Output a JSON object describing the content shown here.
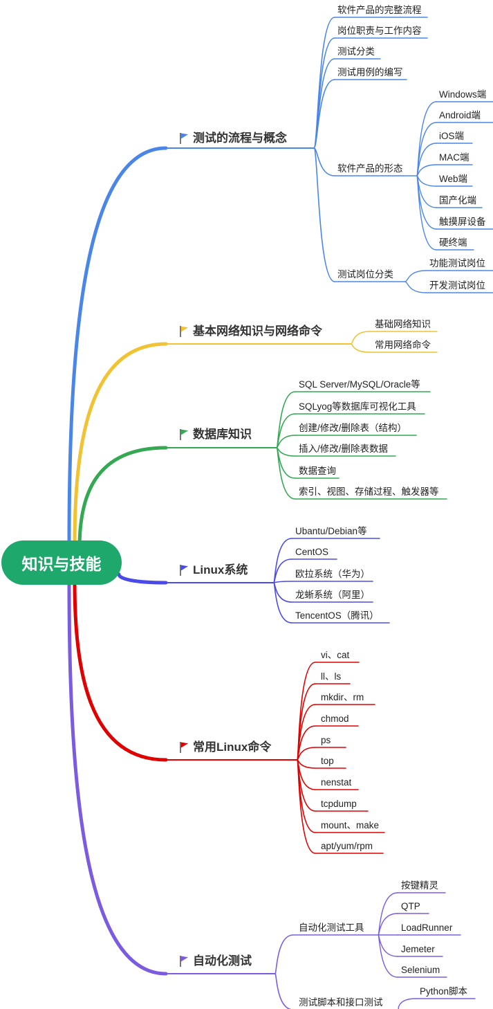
{
  "root": "知识与技能",
  "branches": [
    {
      "title": "测试的流程与概念",
      "color": "#4a86e8",
      "children": [
        {
          "label": "软件产品的完整流程"
        },
        {
          "label": "岗位职责与工作内容"
        },
        {
          "label": "测试分类"
        },
        {
          "label": "测试用例的编写"
        },
        {
          "label": "软件产品的形态",
          "children": [
            "Windows端",
            "Android端",
            "iOS端",
            "MAC端",
            "Web端",
            "国产化端",
            "触摸屏设备",
            "硬终端"
          ]
        },
        {
          "label": "测试岗位分类",
          "children": [
            "功能测试岗位",
            "开发测试岗位"
          ]
        }
      ]
    },
    {
      "title": "基本网络知识与网络命令",
      "color": "#f1c232",
      "children": [
        {
          "label": "基础网络知识"
        },
        {
          "label": "常用网络命令"
        }
      ]
    },
    {
      "title": "数据库知识",
      "color": "#34a853",
      "children": [
        {
          "label": "SQL Server/MySQL/Oracle等"
        },
        {
          "label": "SQLyog等数据库可视化工具"
        },
        {
          "label": "创建/修改/删除表（结构）"
        },
        {
          "label": "插入/修改/删除表数据"
        },
        {
          "label": "数据查询"
        },
        {
          "label": "索引、视图、存储过程、触发器等"
        }
      ]
    },
    {
      "title": "Linux系统",
      "color": "#4a4ae8",
      "children": [
        {
          "label": "Ubantu/Debian等"
        },
        {
          "label": "CentOS"
        },
        {
          "label": "欧拉系统（华为）"
        },
        {
          "label": "龙蜥系统（阿里）"
        },
        {
          "label": "TencentOS（腾讯）"
        }
      ]
    },
    {
      "title": "常用Linux命令",
      "color": "#e00000",
      "children": [
        {
          "label": "vi、cat"
        },
        {
          "label": "ll、ls"
        },
        {
          "label": "mkdir、rm"
        },
        {
          "label": "chmod"
        },
        {
          "label": "ps"
        },
        {
          "label": "top"
        },
        {
          "label": "nenstat"
        },
        {
          "label": "tcpdump"
        },
        {
          "label": "mount、make"
        },
        {
          "label": "apt/yum/rpm"
        }
      ]
    },
    {
      "title": "自动化测试",
      "color": "#7b5ce0",
      "children": [
        {
          "label": "自动化测试工具",
          "children": [
            "按键精灵",
            "QTP",
            "LoadRunner",
            "Jemeter",
            "Selenium"
          ]
        },
        {
          "label": "测试脚本和接口测试",
          "children": [
            "Python脚本"
          ]
        }
      ]
    }
  ]
}
